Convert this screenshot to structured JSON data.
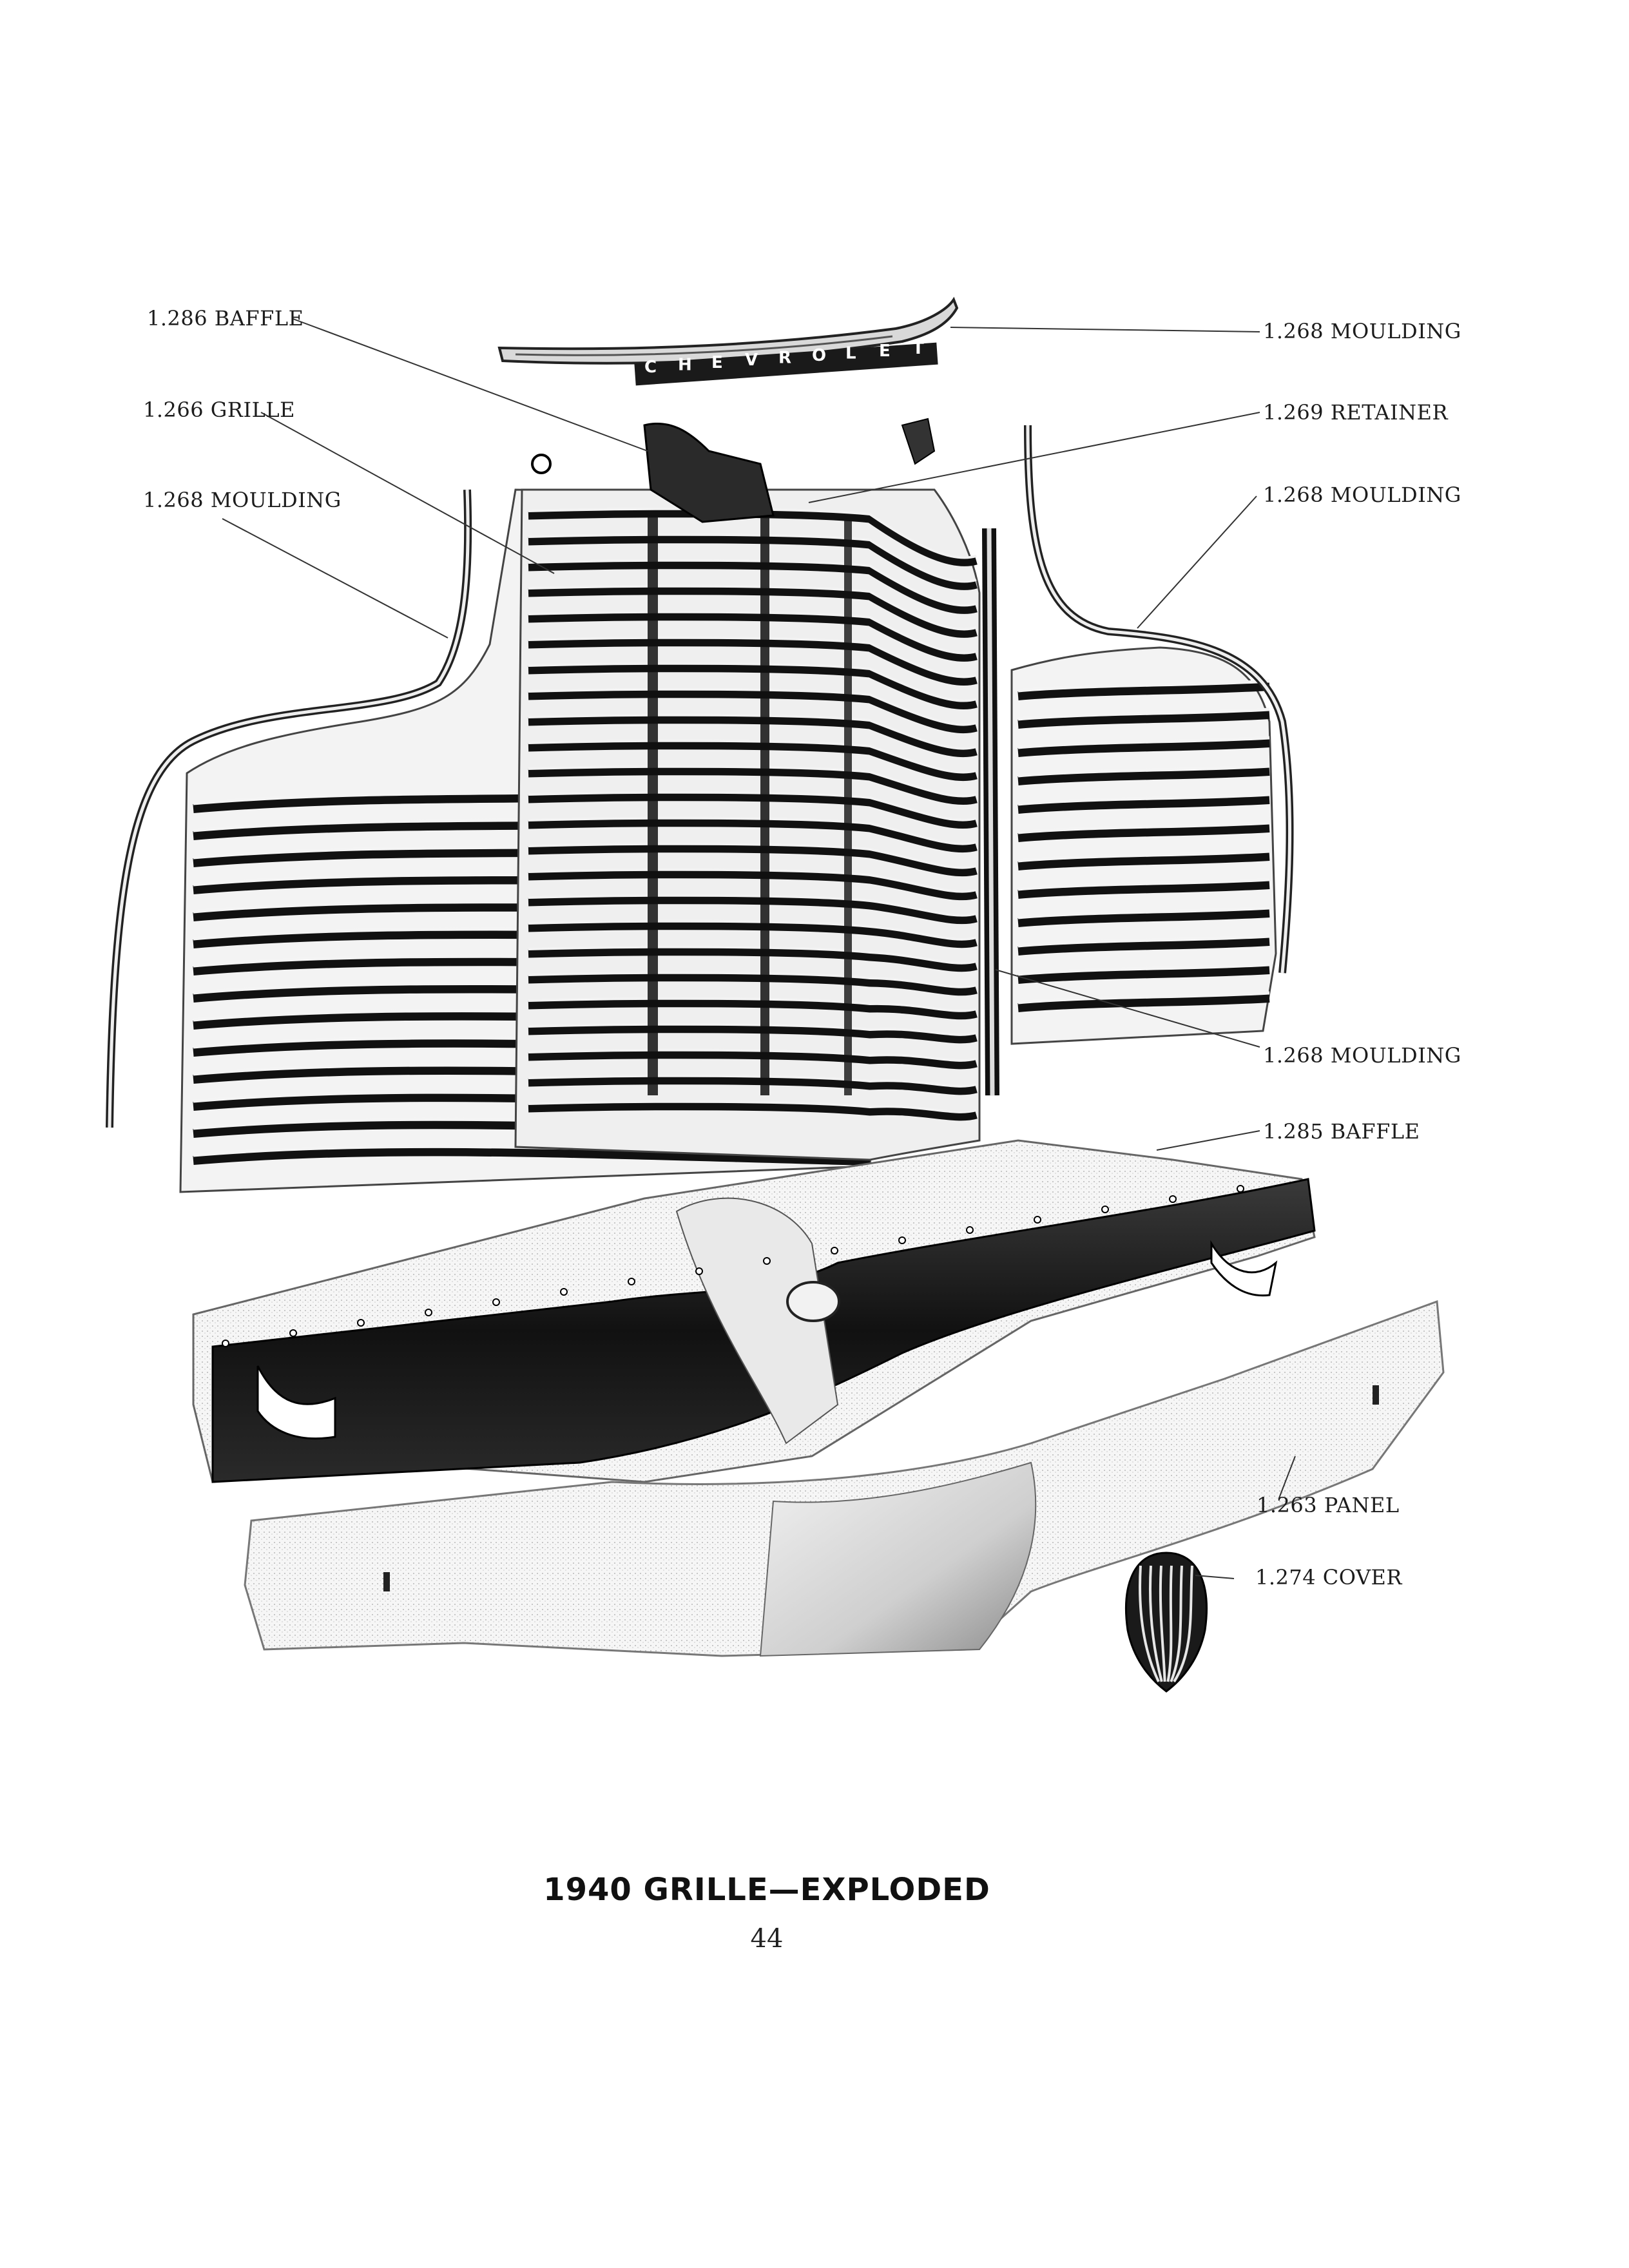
{
  "callouts": {
    "baffle_top": "1.286 BAFFLE",
    "grille": "1.266 GRILLE",
    "moulding_left": "1.268 MOULDING",
    "moulding_top": "1.268 MOULDING",
    "retainer": "1.269 RETAINER",
    "moulding_right": "1.268 MOULDING",
    "moulding_center": "1.268 MOULDING",
    "baffle_lower": "1.285 BAFFLE",
    "panel": "1.263 PANEL",
    "cover": "1.274 COVER"
  },
  "emblem_lettering": [
    "C",
    "H",
    "E",
    "V",
    "R",
    "O",
    "L",
    "E",
    "T"
  ],
  "caption": {
    "title": "1940 GRILLE—EXPLODED",
    "page_number": "44"
  }
}
